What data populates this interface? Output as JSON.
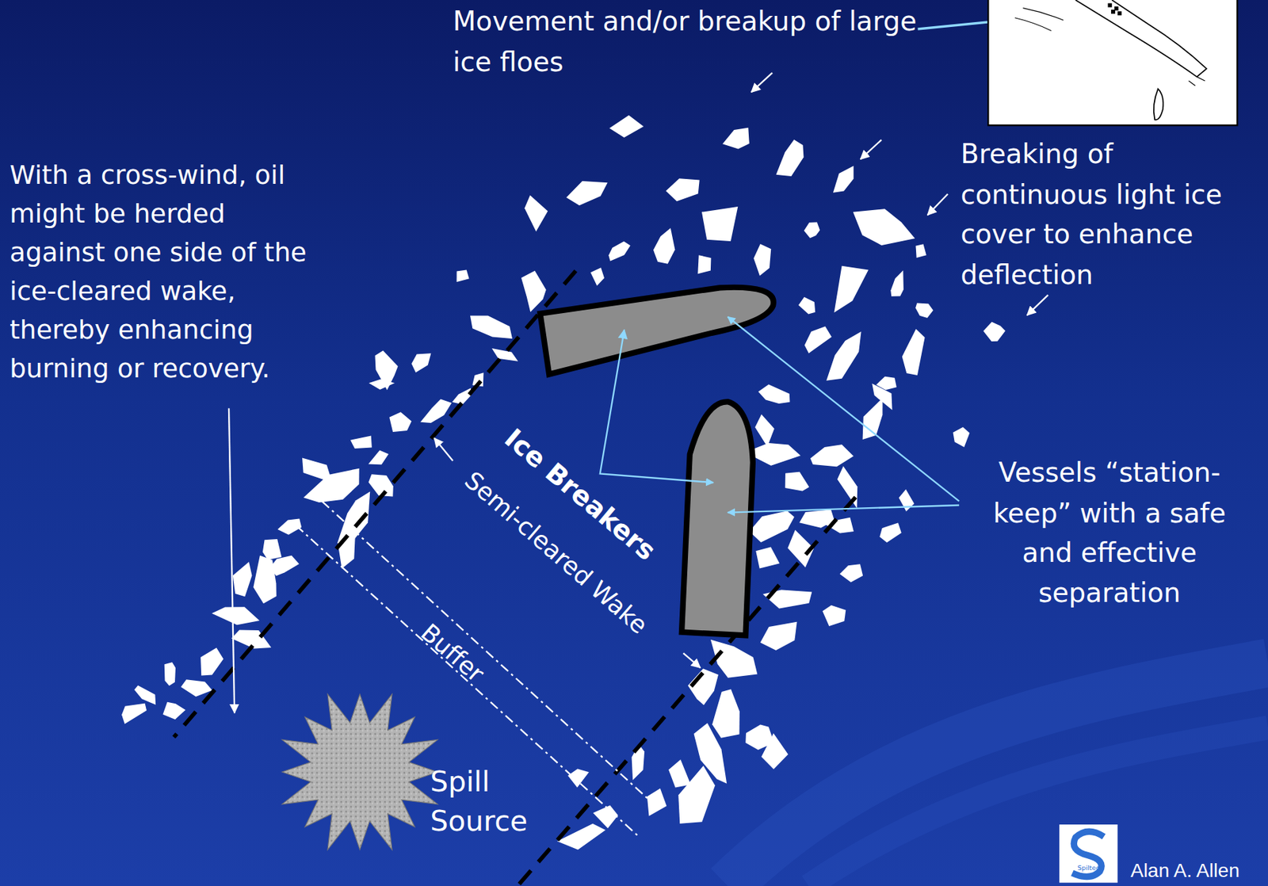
{
  "diagram": {
    "labels": [
      "Movement and/or breakup of large ice floes",
      "Breaking of continuous light ice cover to enhance deflection",
      "With a cross-wind, oil might be herded against one side of the ice-cleared wake, thereby enhancing burning or recovery.",
      "Ice Breakers",
      "Semi-cleared Wake",
      "Buffer",
      "Vessels “station-keep” with a safe and effective separation",
      "Spill Source",
      "Spiltec",
      "Alan A. Allen"
    ]
  }
}
